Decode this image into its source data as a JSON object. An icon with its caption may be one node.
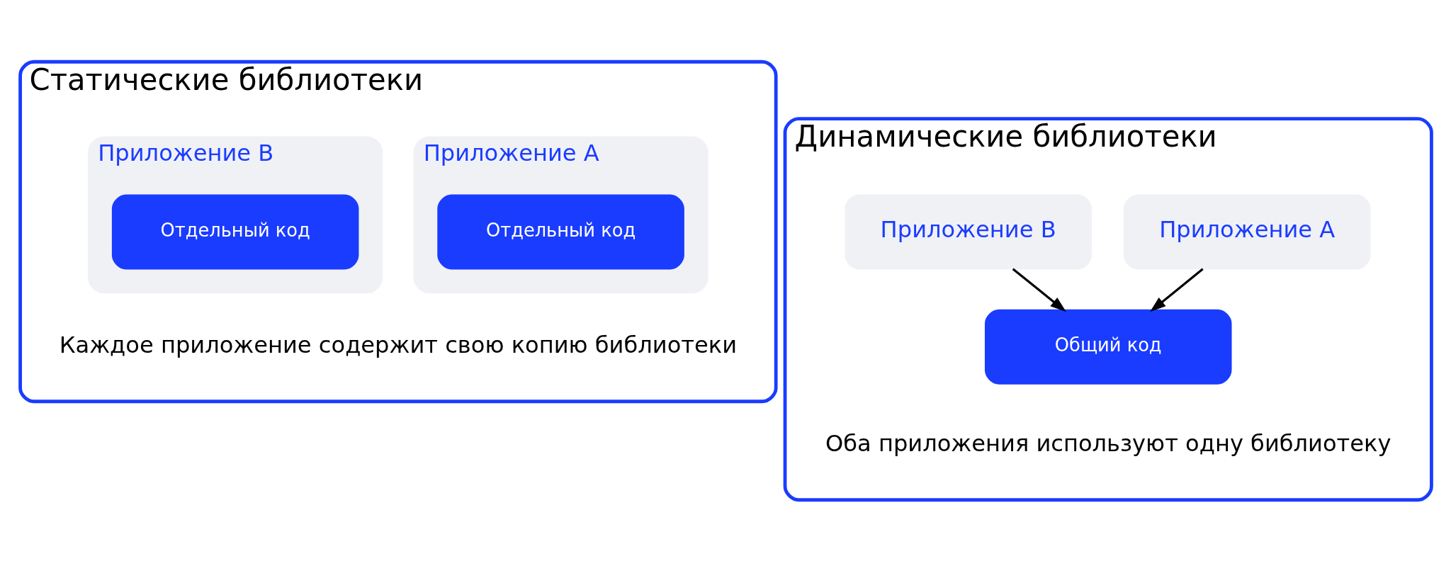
{
  "diagram": {
    "nodes": [
      {
        "text": [
          "Статические библиотеки",
          "Каждое приложение содержит свою копию библиотеки"
        ]
      },
      {
        "text": [
          "Приложение A"
        ],
        "in": 0
      },
      {
        "text": [
          "Отдельный код"
        ],
        "in": 1
      },
      {
        "text": [
          "Приложение B"
        ],
        "in": 0
      },
      {
        "text": [
          "Отдельный код"
        ],
        "in": 3
      },
      {
        "text": [
          "Динамические библиотеки",
          "Оба приложения используют одну библиотеку"
        ]
      },
      {
        "text": [
          "Приложение A"
        ],
        "in": 5
      },
      {
        "text": [
          "Приложение B"
        ],
        "in": 5
      },
      {
        "text": [
          "Общий код"
        ],
        "in": 5
      }
    ],
    "edges": [
      {
        "from": 6,
        "to": 8,
        "arrow": "to"
      },
      {
        "from": 7,
        "to": 8,
        "arrow": "to"
      }
    ]
  }
}
